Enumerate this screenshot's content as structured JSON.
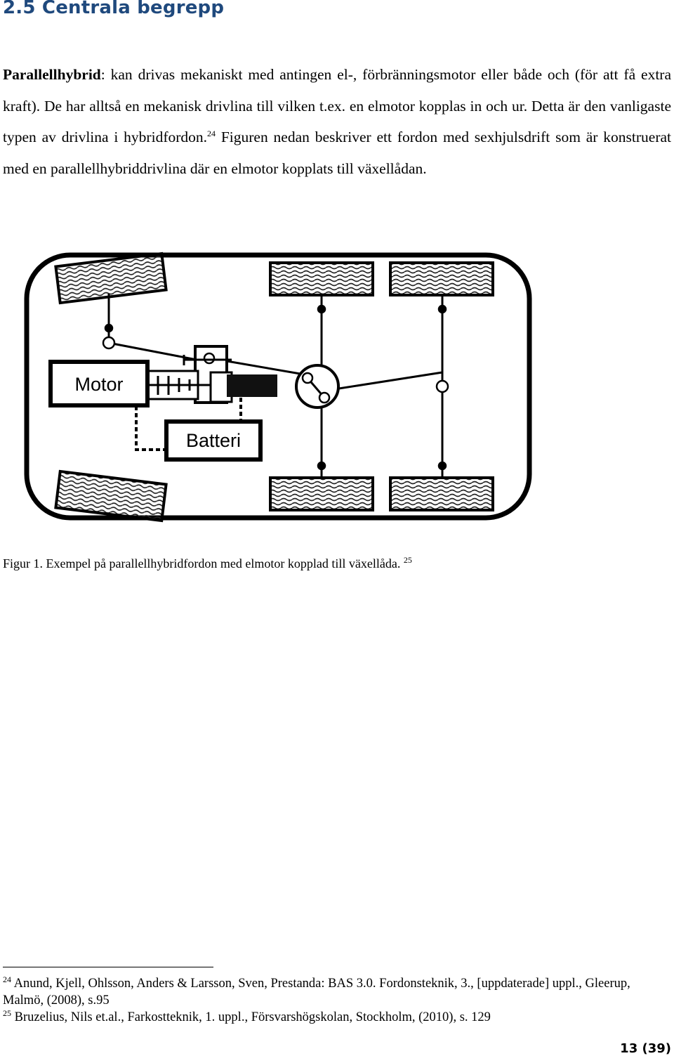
{
  "section": {
    "heading": "2.5 Centrala begrepp"
  },
  "paragraph": {
    "term": "Parallellhybrid",
    "part1": ": kan drivas mekaniskt med antingen el-, förbränningsmotor eller både och (för att få extra kraft). De har alltså en mekanisk drivlina till vilken t.ex. en elmotor kopplas in och ur. Detta är den vanligaste typen av drivlina i hybridfordon.",
    "ref": "24",
    "part2": " Figuren nedan beskriver ett fordon med sexhjulsdrift som är konstruerat med en parallellhybriddrivlina där en elmotor kopplats till växellådan."
  },
  "figure": {
    "motor_label": "Motor",
    "battery_label": "Batteri",
    "caption": "Figur 1. Exempel på parallellhybridfordon med elmotor kopplad till växellåda.",
    "caption_ref": "25"
  },
  "footnotes": [
    {
      "number": "24",
      "text": " Anund, Kjell, Ohlsson, Anders & Larsson, Sven, Prestanda: BAS 3.0. Fordonsteknik, 3., [uppdaterade] uppl., Gleerup, Malmö, (2008), s.95"
    },
    {
      "number": "25",
      "text": " Bruzelius, Nils et.al., Farkostteknik, 1. uppl., Försvarshögskolan, Stockholm, (2010), s. 129"
    }
  ],
  "page": {
    "number": "13 (39)"
  }
}
